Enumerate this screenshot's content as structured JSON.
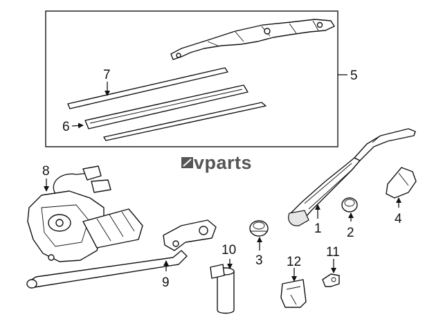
{
  "brand": "vparts",
  "callouts": {
    "c1": "1",
    "c2": "2",
    "c3": "3",
    "c4": "4",
    "c5": "5",
    "c6": "6",
    "c7": "7",
    "c8": "8",
    "c9": "9",
    "c10": "10",
    "c11": "11",
    "c12": "12"
  }
}
